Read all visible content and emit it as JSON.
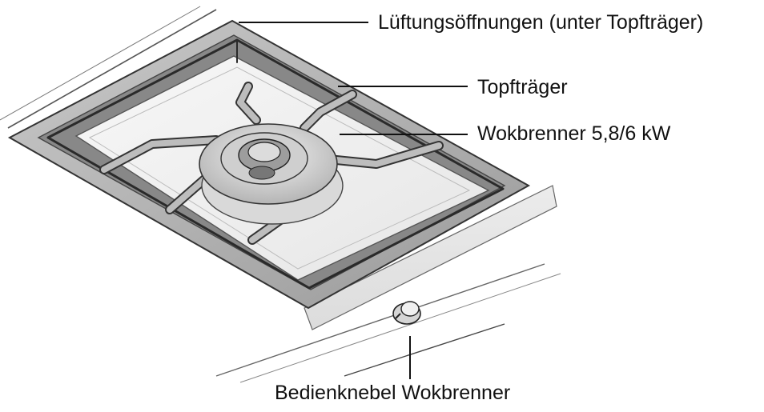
{
  "labels": {
    "vents": "Lüftungsöffnungen (unter Topfträger)",
    "grate": "Topfträger",
    "burner": "Wokbrenner 5,8/6 kW",
    "knob": "Bedienknebel Wokbrenner"
  }
}
